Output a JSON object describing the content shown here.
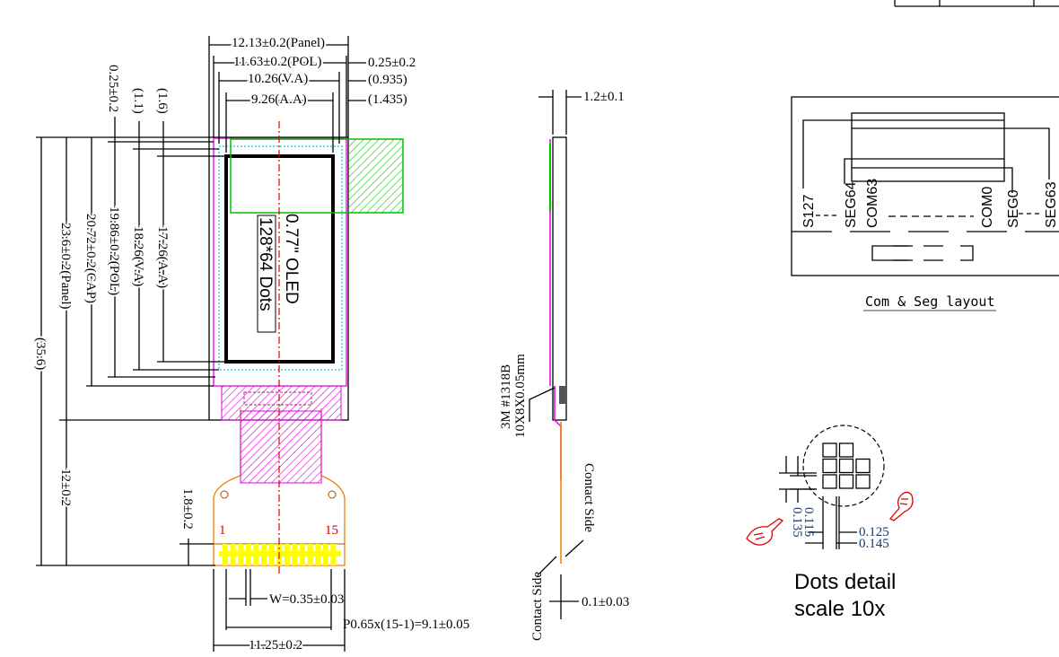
{
  "front_view": {
    "top_dims": [
      "12.13±0.2(Panel)",
      "11.63±0.2(POL)",
      "10.26(V.A)",
      "9.26(A.A)"
    ],
    "right_dims": [
      "0.25±0.2",
      "(0.935)",
      "(1.435)"
    ],
    "top_left_dims": [
      "0.25±0.2",
      "(1.1)",
      "(1.6)"
    ],
    "left_dims": [
      "(35.6)",
      "23.6±0.2(Panel)",
      "20.72±0.2(CAP)",
      "19.86±0.2(POL)",
      "18.26(V.A)",
      "17.26(A.A)",
      "12±0.2",
      "1.8±0.2"
    ],
    "display_label": "0.77\" OLED",
    "resolution_label": "128*64 Dots",
    "pin_first": "1",
    "pin_last": "15",
    "bottom_dims": [
      "W=0.35±0.03",
      "P0.65x(15-1)=9.1±0.05",
      "11.25±0.2"
    ]
  },
  "side_view": {
    "thickness": "1.2±0.1",
    "tape_line1": "3M #1318B",
    "tape_line2": "10X8X0.05mm",
    "contact_side_right": "Contact Side",
    "contact_side_left": "Contact Side",
    "fpc_thickness": "0.1±0.03"
  },
  "com_seg": {
    "labels": [
      "S127",
      "SEG64",
      "COM63",
      "COM0",
      "SEG0",
      "SEG63"
    ],
    "title": "Com & Seg layout"
  },
  "dots_detail": {
    "dims_vertical": [
      "0.115",
      "0.135"
    ],
    "dims_horizontal": [
      "0.125",
      "0.145"
    ],
    "title_line1": "Dots detail",
    "title_line2": "scale 10x"
  }
}
